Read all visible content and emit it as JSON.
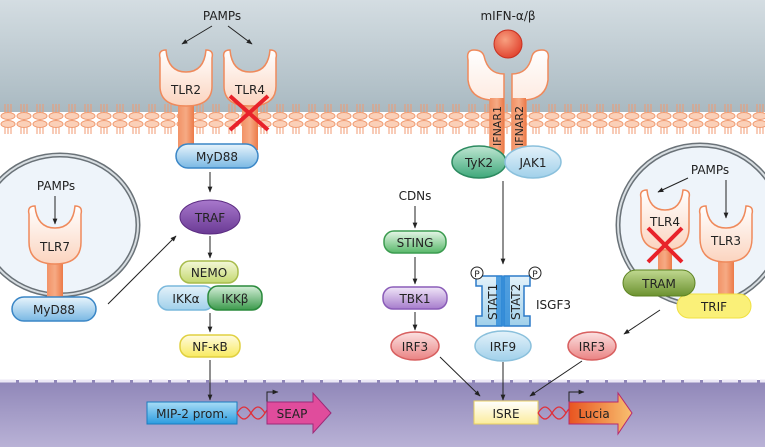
{
  "title": "Reporter cell signaling pathways: TLR / IFN / STING",
  "colors": {
    "extracellular": "#b8c5cc",
    "membrane": "#f5b08a",
    "nucleus": "#9e95c1",
    "receptor_fill": "#fbe0d2",
    "receptor_stroke": "#ef8a5c",
    "stalk": "#f08050",
    "cross": "#e8222a",
    "myd88": "#4a97d2",
    "traf": "#7a4aa2",
    "nemo": "#c8d87a",
    "ikka": "#a8d4ec",
    "ikkb": "#4caa5c",
    "nfkb": "#fcef7a",
    "sting": "#5cba6e",
    "tbk1": "#a27cc8",
    "irf3": "#ef8c8c",
    "tyk2": "#4cac84",
    "jak1": "#bcdcec",
    "stat": "#2c8ad8",
    "irf9": "#bde0f0",
    "tram": "#7ca23a",
    "trif": "#fcf07a",
    "isre": "#fdf6c8",
    "mip2": "#3ca4e0",
    "seap": "#e04c9c",
    "lucia": "#f07a2a",
    "dna": "#e0303a"
  },
  "labels": {
    "pamps_top": "PAMPs",
    "tlr2": "TLR2",
    "tlr4_surface": "TLR4",
    "myd88_surface": "MyD88",
    "pamps_left": "PAMPs",
    "tlr7": "TLR7",
    "myd88_endo": "MyD88",
    "traf": "TRAF",
    "nemo": "NEMO",
    "ikka": "IKKα",
    "ikkb": "IKKβ",
    "nfkb": "NF-κB",
    "ifn": "mIFN-α/β",
    "ifnar1": "IFNAR1",
    "ifnar2": "IFNAR2",
    "tyk2": "TyK2",
    "jak1": "JAK1",
    "cdns": "CDNs",
    "sting": "STING",
    "tbk1": "TBK1",
    "irf3_sting": "IRF3",
    "stat1": "STAT1",
    "stat2": "STAT2",
    "phospho": "P",
    "isgf3": "ISGF3",
    "irf9": "IRF9",
    "pamps_right": "PAMPs",
    "tlr4_endo": "TLR4",
    "tlr3": "TLR3",
    "tram": "TRAM",
    "trif": "TRIF",
    "irf3_trif": "IRF3",
    "mip2": "MIP-2 prom.",
    "seap": "SEAP",
    "isre": "ISRE",
    "lucia": "Lucia"
  },
  "inhibited": [
    "TLR4 (surface)",
    "TLR4 (endosomal)"
  ]
}
